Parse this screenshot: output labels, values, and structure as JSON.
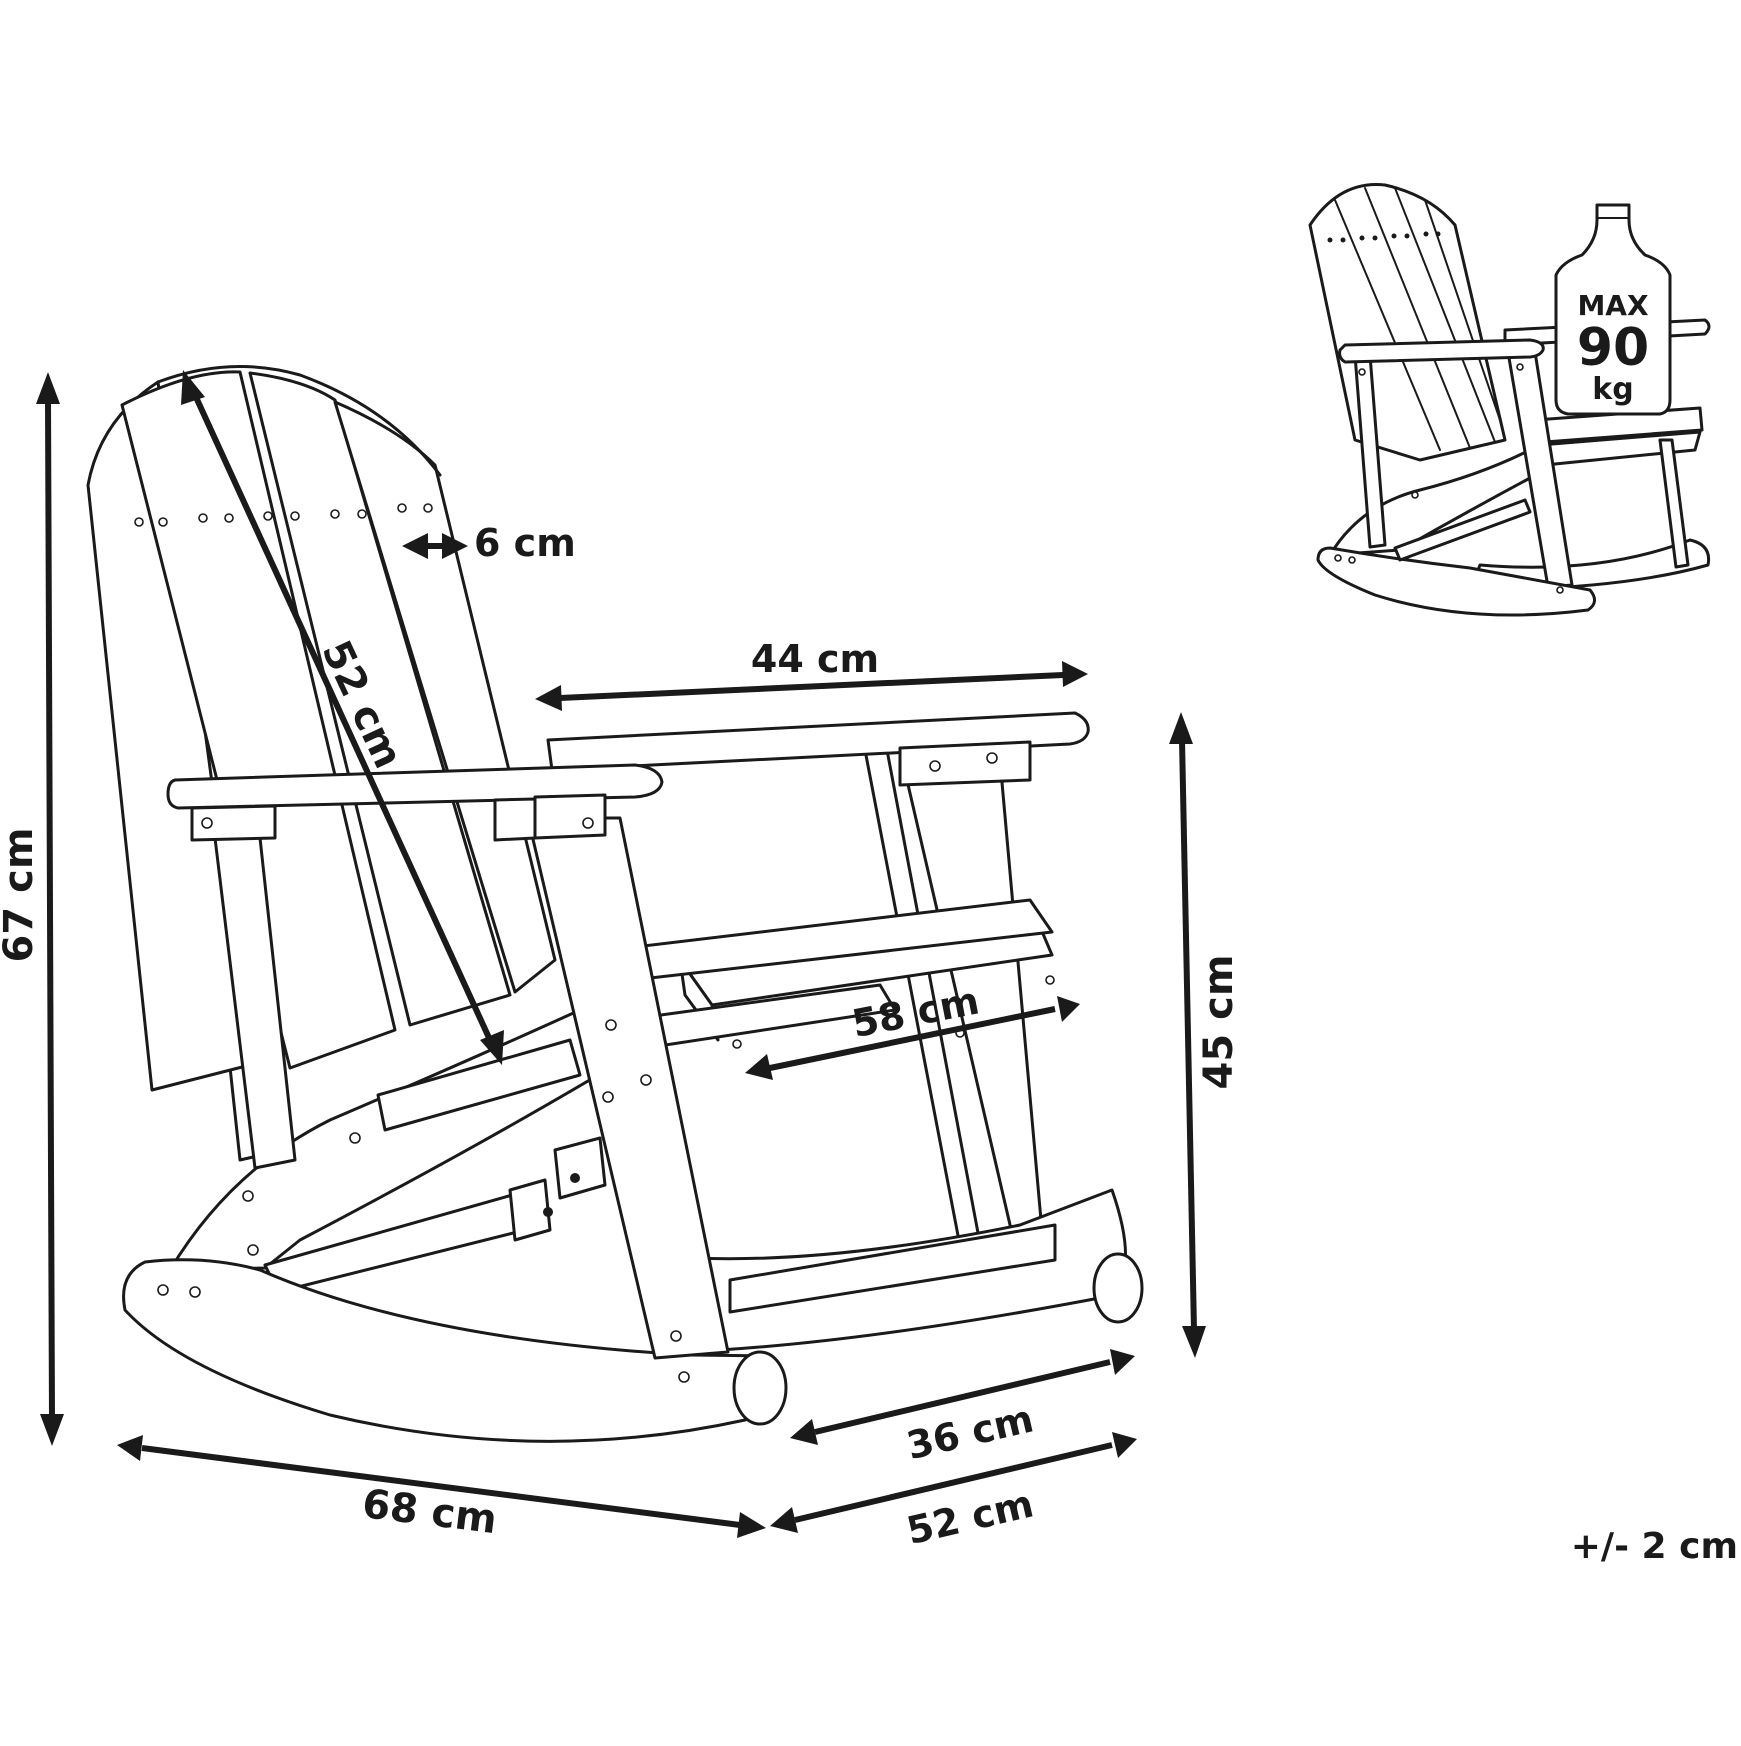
{
  "dimensions": {
    "height_total": "67 cm",
    "depth_total": "68 cm",
    "backrest_length": "52 cm",
    "slat_width": "6 cm",
    "armrest_length": "44 cm",
    "seat_width": "58 cm",
    "seat_height": "45 cm",
    "seat_depth": "36 cm",
    "base_width": "52 cm"
  },
  "load": {
    "max_label": "MAX",
    "max_value": "90",
    "max_unit": "kg"
  },
  "tolerance": "+/- 2 cm",
  "colors": {
    "line": "#1a1a1a",
    "background": "#ffffff",
    "weight_fill": "#ffffff"
  },
  "icons": [
    "rocking-chair-drawing",
    "weight-icon"
  ]
}
